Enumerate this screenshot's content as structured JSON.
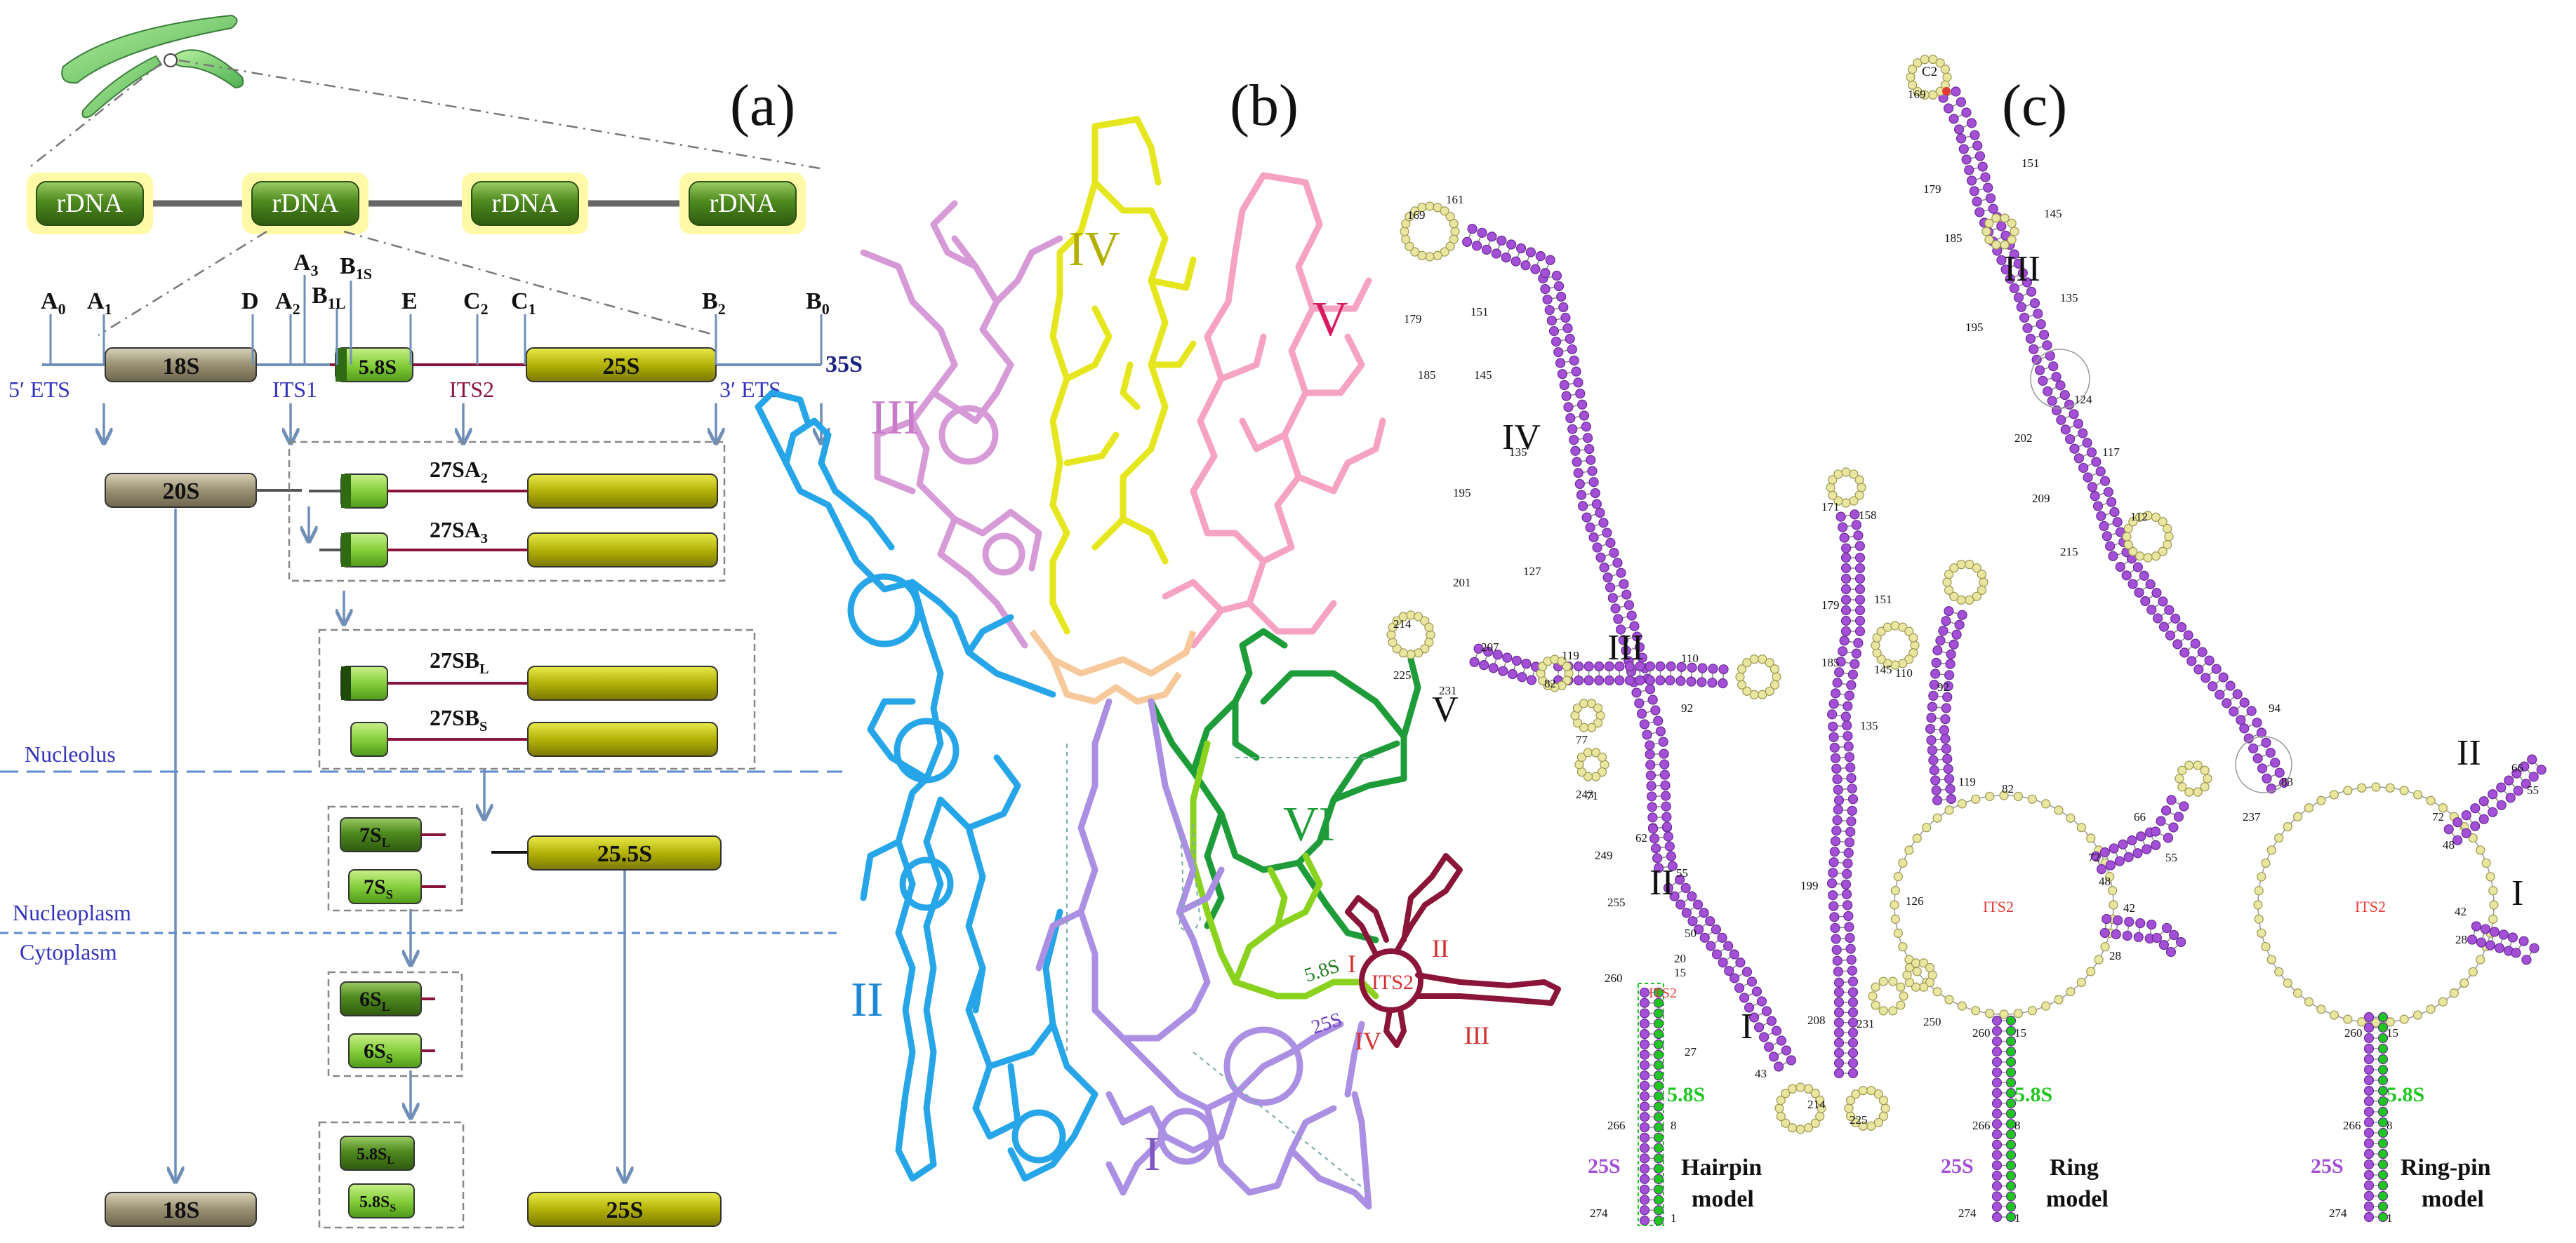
{
  "panels": {
    "a": "(a)",
    "b": "(b)",
    "c": "(c)"
  },
  "panel_a": {
    "rdna_label": "rDNA",
    "sites": {
      "A0": "A",
      "A0s": "0",
      "A1": "A",
      "A1s": "1",
      "D": "D",
      "A2": "A",
      "A2s": "2",
      "A3": "A",
      "A3s": "3",
      "B1L": "B",
      "B1Ls": "1L",
      "B1S": "B",
      "B1Ss": "1S",
      "E": "E",
      "C2": "C",
      "C2s": "2",
      "C1": "C",
      "C1s": "1",
      "B2": "B",
      "B2s": "2",
      "B0": "B",
      "B0s": "0"
    },
    "segments": {
      "ets5": "5′ ETS",
      "s18": "18S",
      "its1": "ITS1",
      "s58": "5.8S",
      "its2": "ITS2",
      "s25": "25S",
      "ets3": "3′ ETS",
      "s35": "35S"
    },
    "intermediates": {
      "s20": "20S",
      "p27a2": "27SA",
      "p27a2s": "2",
      "p27a3": "27SA",
      "p27a3s": "3",
      "p27bl": "27SB",
      "p27bls": "L",
      "p27bs": "27SB",
      "p27bss": "S",
      "p7sl": "7S",
      "p7sls": "L",
      "p7ss": "7S",
      "p7sss": "S",
      "p255": "25.5S",
      "p6sl": "6S",
      "p6sls": "L",
      "p6ss": "6S",
      "p6sss": "S",
      "m58l": "5.8S",
      "m58ls": "L",
      "m58s": "5.8S",
      "m58ss": "S",
      "f18": "18S",
      "f25": "25S"
    },
    "compartments": {
      "nucleolus": "Nucleolus",
      "nucleoplasm": "Nucleoplasm",
      "cytoplasm": "Cytoplasm"
    }
  },
  "panel_b": {
    "domains": {
      "I": "I",
      "II": "II",
      "III": "III",
      "IV": "IV",
      "V": "V",
      "VI": "VI"
    },
    "its2": {
      "label": "ITS2",
      "h1": "I",
      "h2": "II",
      "h3": "III",
      "h4": "IV"
    },
    "labels": {
      "s58": "5.8S",
      "s25": "25S"
    }
  },
  "panel_c": {
    "hairpin": {
      "model": "Hairpin",
      "model2": "model",
      "its2": "ITS2",
      "s58": "5.8S",
      "s25": "25S",
      "helices": {
        "I": "I",
        "II": "II",
        "III": "III",
        "IV": "IV",
        "V": "V"
      },
      "nums": [
        "161",
        "169",
        "151",
        "179",
        "145",
        "185",
        "135",
        "195",
        "127",
        "201",
        "214",
        "207",
        "119",
        "110",
        "225",
        "231",
        "82",
        "92",
        "77",
        "71",
        "243",
        "62",
        "249",
        "55",
        "255",
        "50",
        "20",
        "15",
        "260",
        "43",
        "27",
        "266",
        "8",
        "274",
        "1"
      ]
    },
    "ring": {
      "model": "Ring",
      "model2": "model",
      "its2": "ITS2",
      "s58": "5.8S",
      "s25": "25S",
      "nums": [
        "158",
        "171",
        "151",
        "179",
        "145",
        "185",
        "110",
        "92",
        "135",
        "119",
        "82",
        "72",
        "66",
        "55",
        "48",
        "199",
        "126",
        "42",
        "28",
        "208",
        "231",
        "250",
        "214",
        "225",
        "260",
        "15",
        "266",
        "8",
        "274",
        "1"
      ]
    },
    "ringpin": {
      "model": "Ring-pin",
      "model2": "model",
      "its2": "ITS2",
      "s58": "5.8S",
      "s25": "25S",
      "helices": {
        "I": "I",
        "II": "II",
        "III": "III"
      },
      "c2": "C2",
      "nums": [
        "169",
        "151",
        "179",
        "145",
        "185",
        "135",
        "195",
        "124",
        "202",
        "117",
        "209",
        "112",
        "215",
        "94",
        "83",
        "237",
        "72",
        "66",
        "55",
        "48",
        "42",
        "28",
        "260",
        "15",
        "266",
        "8",
        "274",
        "1"
      ]
    }
  }
}
